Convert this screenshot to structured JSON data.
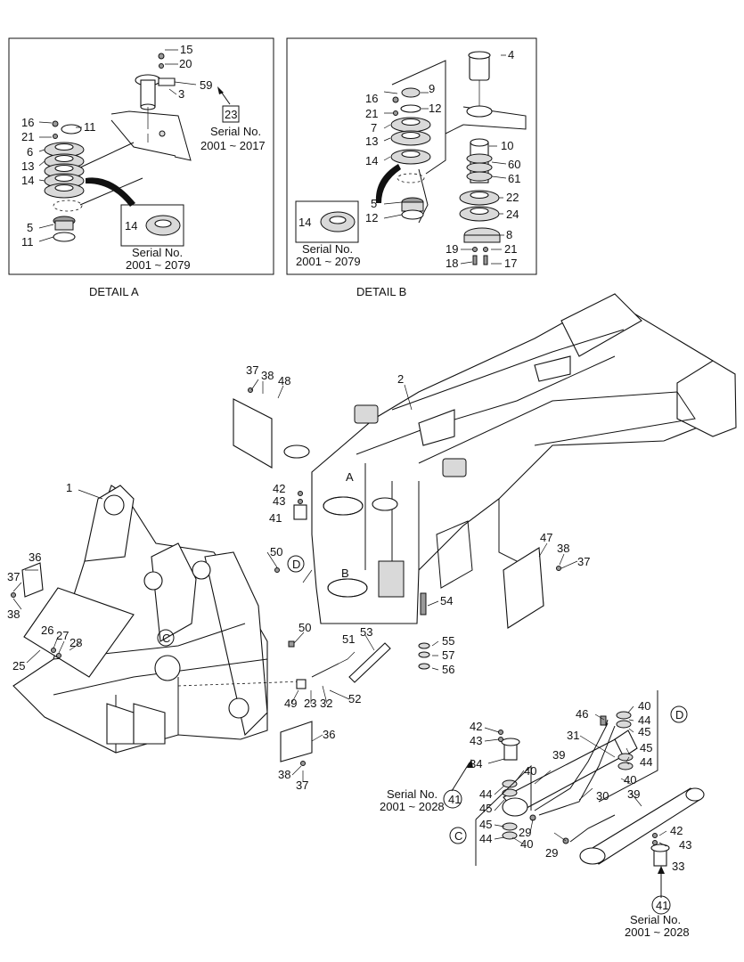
{
  "captions": {
    "detail_a": "DETAIL A",
    "detail_b": "DETAIL B",
    "serial_no": "Serial No.",
    "range_2001_2017": "2001 ~ 2017",
    "range_2001_2079": "2001 ~ 2079",
    "range_2001_2028": "2001 ~ 2028"
  },
  "view_markers": {
    "A": "A",
    "B": "B",
    "C": "C",
    "D": "D"
  },
  "detail_a_labels": [
    "15",
    "20",
    "3",
    "59",
    "23",
    "16",
    "11",
    "21",
    "6",
    "13",
    "14",
    "5",
    "11",
    "14"
  ],
  "detail_b_labels": [
    "4",
    "9",
    "16",
    "12",
    "21",
    "7",
    "13",
    "14",
    "10",
    "60",
    "61",
    "22",
    "24",
    "14",
    "5",
    "12",
    "8",
    "19",
    "21",
    "18",
    "17"
  ],
  "main_labels": [
    "37",
    "38",
    "48",
    "2",
    "1",
    "42",
    "43",
    "41",
    "50",
    "36",
    "37",
    "38",
    "26",
    "27",
    "28",
    "25",
    "51",
    "53",
    "54",
    "55",
    "57",
    "56",
    "47",
    "38",
    "37",
    "49",
    "23",
    "32",
    "52",
    "50",
    "36",
    "38",
    "37",
    "46",
    "40",
    "44",
    "45",
    "31",
    "45",
    "44",
    "42",
    "43",
    "39",
    "34",
    "40",
    "44",
    "41",
    "30",
    "45",
    "29",
    "45",
    "44",
    "40",
    "29",
    "39",
    "42",
    "43",
    "33",
    "41",
    "40"
  ]
}
